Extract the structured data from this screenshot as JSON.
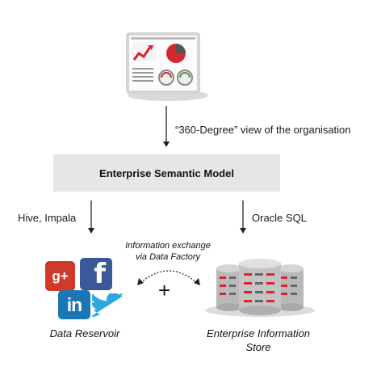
{
  "top_edge_label": "“360-Degree” view of the organisation",
  "model_box": "Enterprise Semantic Model",
  "left_edge_label": "Hive, Impala",
  "right_edge_label": "Oracle SQL",
  "exchange_label": {
    "line1": "Information exchange",
    "line2": "via Data Factory"
  },
  "plus_symbol": "+",
  "social_icons": {
    "gplus": "g+",
    "facebook": "f",
    "linkedin": "in"
  },
  "data_reservoir": "Data Reservoir",
  "eis": {
    "line1": "Enterprise Information",
    "line2": "Store"
  },
  "colors": {
    "box": "#e6e6e6",
    "accent_red": "#d6262e",
    "gplus": "#cf3a2b",
    "facebook": "#3b5998",
    "linkedin": "#1b76b5",
    "twitter": "#2aa8e0"
  }
}
